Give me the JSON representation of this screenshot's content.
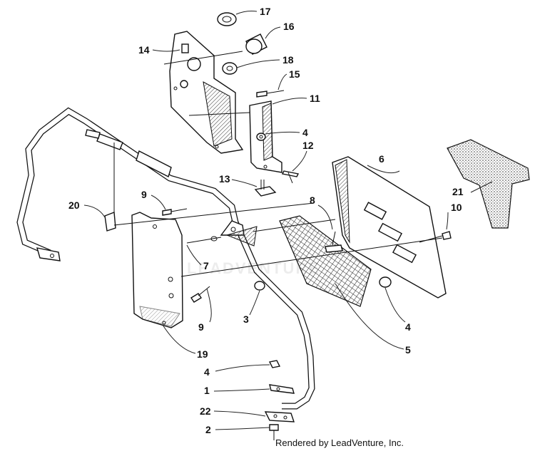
{
  "credit": "Rendered by LeadVenture, Inc.",
  "watermark": "LEADVENTURE",
  "callouts": {
    "c17": "17",
    "c16": "16",
    "c14": "14",
    "c18": "18",
    "c15": "15",
    "c11": "11",
    "c4a": "4",
    "c12": "12",
    "c6": "6",
    "c13": "13",
    "c8": "8",
    "c21": "21",
    "c10": "10",
    "c20": "20",
    "c9a": "9",
    "c7": "7",
    "c3": "3",
    "c9b": "9",
    "c4b": "4",
    "c5": "5",
    "c19": "19",
    "c4c": "4",
    "c1": "1",
    "c22": "22",
    "c2": "2"
  }
}
